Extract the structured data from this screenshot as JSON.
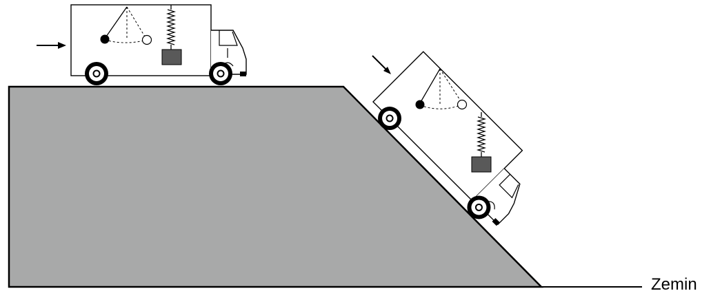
{
  "figure": {
    "ground_label": "Zemin"
  },
  "colors": {
    "hill_fill": "#a8a9a9",
    "outline": "#000000",
    "weight_fill": "#595959",
    "background": "#ffffff"
  },
  "elements": {
    "truck_on_flat": [
      "pendulum",
      "spring-scale",
      "weight",
      "motion-arrow"
    ],
    "truck_on_slope": [
      "pendulum",
      "spring-scale",
      "weight",
      "motion-arrow"
    ]
  }
}
